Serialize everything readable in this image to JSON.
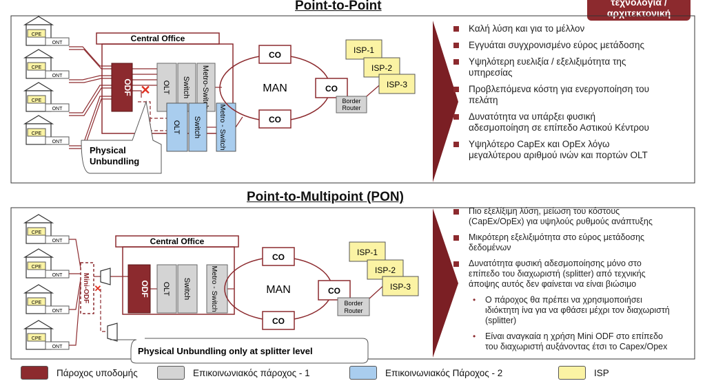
{
  "badge": {
    "text": "τεχνολογία / αρχιτεκτονική"
  },
  "top": {
    "title": "Point-to-Point",
    "central_office": "Central Office",
    "cpe": "CPE",
    "ont": "ONT",
    "odf": "ODF",
    "olt": "OLT",
    "switch": "Switch",
    "metro_switch": "Metro-Switch",
    "metro_switch_2": "Metro - Switch",
    "man": "MAN",
    "co": "CO",
    "border_router_1": "Border",
    "border_router_2": "Router",
    "isp": [
      "ISP-1",
      "ISP-2",
      "ISP-3"
    ],
    "callout_1": "Physical",
    "callout_2": "Unbundling",
    "bullets": [
      [
        "Καλή λύση και για το μέλλον"
      ],
      [
        "Εγγυάται συγχρονισμένο εύρος μετάδοσης"
      ],
      [
        "Υψηλότερη ευελιξία  / εξελιξιμότητα της",
        "υπηρεσίας"
      ],
      [
        "Προβλεπόμενα κόστη για ενεργοποίηση του",
        "πελάτη"
      ],
      [
        "Δυνατότητα να υπάρξει φυσική",
        "αδεσμοποίηση σε επίπεδο Αστικού Κέντρου"
      ],
      [
        "Υψηλότερο CapEx και OpEx λόγω",
        "μεγαλύτερου αριθμού ινών και πορτών OLT"
      ]
    ]
  },
  "bottom": {
    "title": "Point-to-Multipoint (PON)",
    "central_office": "Central Office",
    "mini_odf": "Mini-ODF",
    "callout": "Physical Unbundling only at splitter level",
    "bullets": [
      [
        "Πιο εξελίξιμη λύση, μείωση του κόστους",
        "(CapEx/OpEx) για υψηλούς ρυθμούς ανάπτυξης"
      ],
      [
        "Μικρότερη εξελιξιμότητα στο εύρος μετάδοσης",
        "δεδομένων"
      ],
      [
        "Δυνατότητα φυσική αδεσμοποίησης μόνο στο",
        "επίπεδο του διαχωριστή (splitter) από τεχνικής",
        "άποψης αυτός δεν φαίνεται να είναι βιώσιμο"
      ]
    ],
    "sub_bullets": [
      [
        "Ο πάροχος θα πρέπει να χρησιμοποιήσει",
        "ιδιόκτητη ίνα για να φθάσει μέχρι τον διαχωριστή",
        "(splitter)"
      ],
      [
        "Είναι αναγκαία η χρήση Mini ODF στο επίπεδο",
        "του διαχωριστή αυξάνοντας έτσι το Capex/Opex"
      ]
    ]
  },
  "legend": [
    {
      "label": "Πάροχος υποδομής",
      "color": "#8c2a2e"
    },
    {
      "label": "Επικοινωνιακός πάροχος - 1",
      "color": "#d4d4d4"
    },
    {
      "label": "Επικοινωνιακός Πάροχος - 2",
      "color": "#a9cdee"
    },
    {
      "label": "ISP",
      "color": "#fbf3a4"
    }
  ],
  "colors": {
    "infra": "#8c2a2e",
    "op1": "#d4d4d4",
    "op2": "#a9cdee",
    "isp": "#fbf3a4"
  }
}
